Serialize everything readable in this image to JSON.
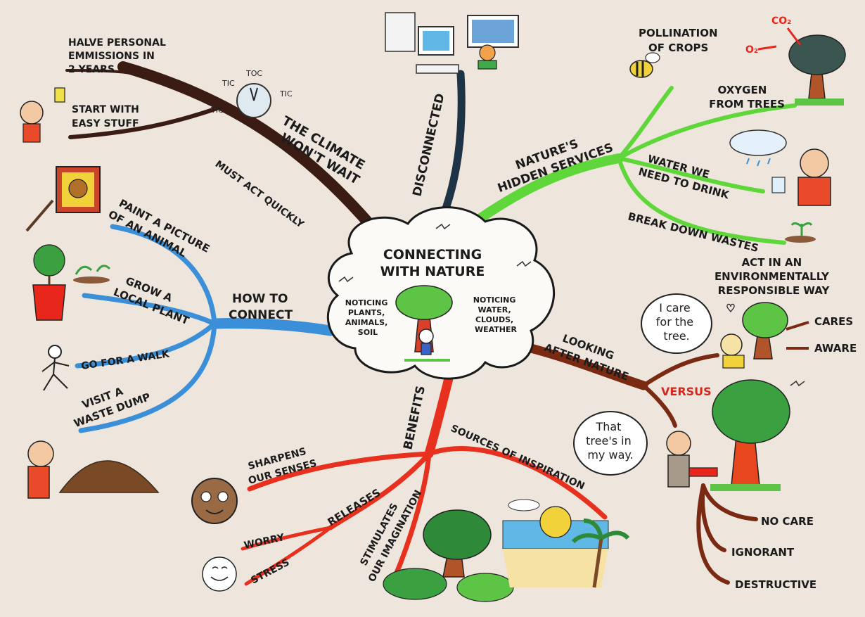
{
  "center": {
    "title_line1": "CONNECTING",
    "title_line2": "WITH NATURE",
    "left_note": [
      "NOTICING",
      "PLANTS,",
      "ANIMALS,",
      "SOIL"
    ],
    "right_note": [
      "NOTICING",
      "WATER,",
      "CLOUDS,",
      "WEATHER"
    ]
  },
  "climate": {
    "label_line1": "THE CLIMATE",
    "label_line2": "WON'T WAIT",
    "sub_must_act": "MUST ACT QUICKLY",
    "sub_easy_line1": "START WITH",
    "sub_easy_line2": "EASY STUFF",
    "sub_halve": [
      "HALVE PERSONAL",
      "EMMISSIONS IN",
      "2 YEARS"
    ],
    "clock_words": [
      "TIC",
      "TOC",
      "TIC",
      "TIC"
    ]
  },
  "disconnected": {
    "label": "DISCONNECTED"
  },
  "nature_services": {
    "label_line1": "NATURE'S",
    "label_line2": "HIDDEN SERVICES",
    "pollination": [
      "POLLINATION",
      "OF CROPS"
    ],
    "oxygen": [
      "OXYGEN",
      "FROM TREES"
    ],
    "water": [
      "WATER WE",
      "NEED TO DRINK"
    ],
    "wastes": "BREAK DOWN WASTES",
    "co2": "CO₂",
    "o2": "O₂"
  },
  "how_to_connect": {
    "label_line1": "HOW TO",
    "label_line2": "CONNECT",
    "paint": [
      "PAINT A PICTURE",
      "OF AN ANIMAL"
    ],
    "grow": [
      "GROW A",
      "LOCAL PLANT"
    ],
    "walk": "GO FOR A WALK",
    "dump": [
      "VISIT A",
      "WASTE DUMP"
    ]
  },
  "looking_after": {
    "label_line1": "LOOKING",
    "label_line2": "AFTER NATURE",
    "act": [
      "ACT IN AN",
      "ENVIRONMENTALLY",
      "RESPONSIBLE WAY"
    ],
    "cares": "CARES",
    "aware": "AWARE",
    "versus": "VERSUS",
    "speech_care": [
      "I care",
      "for the",
      "tree."
    ],
    "speech_way": [
      "That",
      "tree's in",
      "my way."
    ],
    "no_care": "NO CARE",
    "ignorant": "IGNORANT",
    "destructive": "DESTRUCTIVE"
  },
  "benefits": {
    "label": "BENEFITS",
    "senses": [
      "SHARPENS",
      "OUR SENSES"
    ],
    "releases": "RELEASES",
    "worry": "WORRY",
    "stress": "STRESS",
    "imagination": [
      "STIMULATES",
      "OUR IMAGINATION"
    ],
    "inspiration": "SOURCES OF INSPIRATION"
  },
  "colors": {
    "climate_branch": "#3a1c14",
    "disconnected_branch": "#1e3345",
    "services_branch": "#5fd63a",
    "connect_branch": "#3b8fd8",
    "looking_branch": "#7a2a12",
    "benefits_branch": "#e8301e",
    "versus": "#d9261c",
    "co2": "#e8261c"
  }
}
